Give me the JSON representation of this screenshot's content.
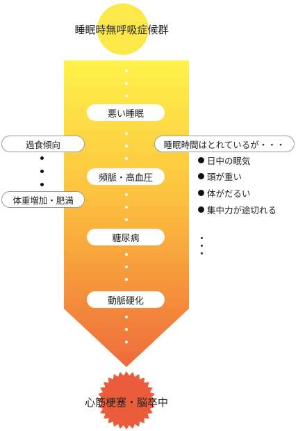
{
  "top": {
    "title": "睡眠時無呼吸症候群"
  },
  "stages": [
    "悪い睡眠",
    "頻脈・高血圧",
    "糖尿病",
    "動脈硬化"
  ],
  "left_labels": {
    "top": "過食傾向",
    "bottom": "体重増加・肥満"
  },
  "right": {
    "callout": "睡眠時間はとれているが・・・",
    "symptoms": [
      "日中の眠気",
      "頭が重い",
      "体がだるい",
      "集中力が途切れる"
    ]
  },
  "bottom": {
    "title": "心筋梗塞・脳卒中"
  },
  "colors": {
    "sun": "#fde84a",
    "arrow_top": "#fff24a",
    "arrow_mid": "#fbb03b",
    "arrow_bottom": "#ee6a3c",
    "burst": "#eb5c3b"
  }
}
